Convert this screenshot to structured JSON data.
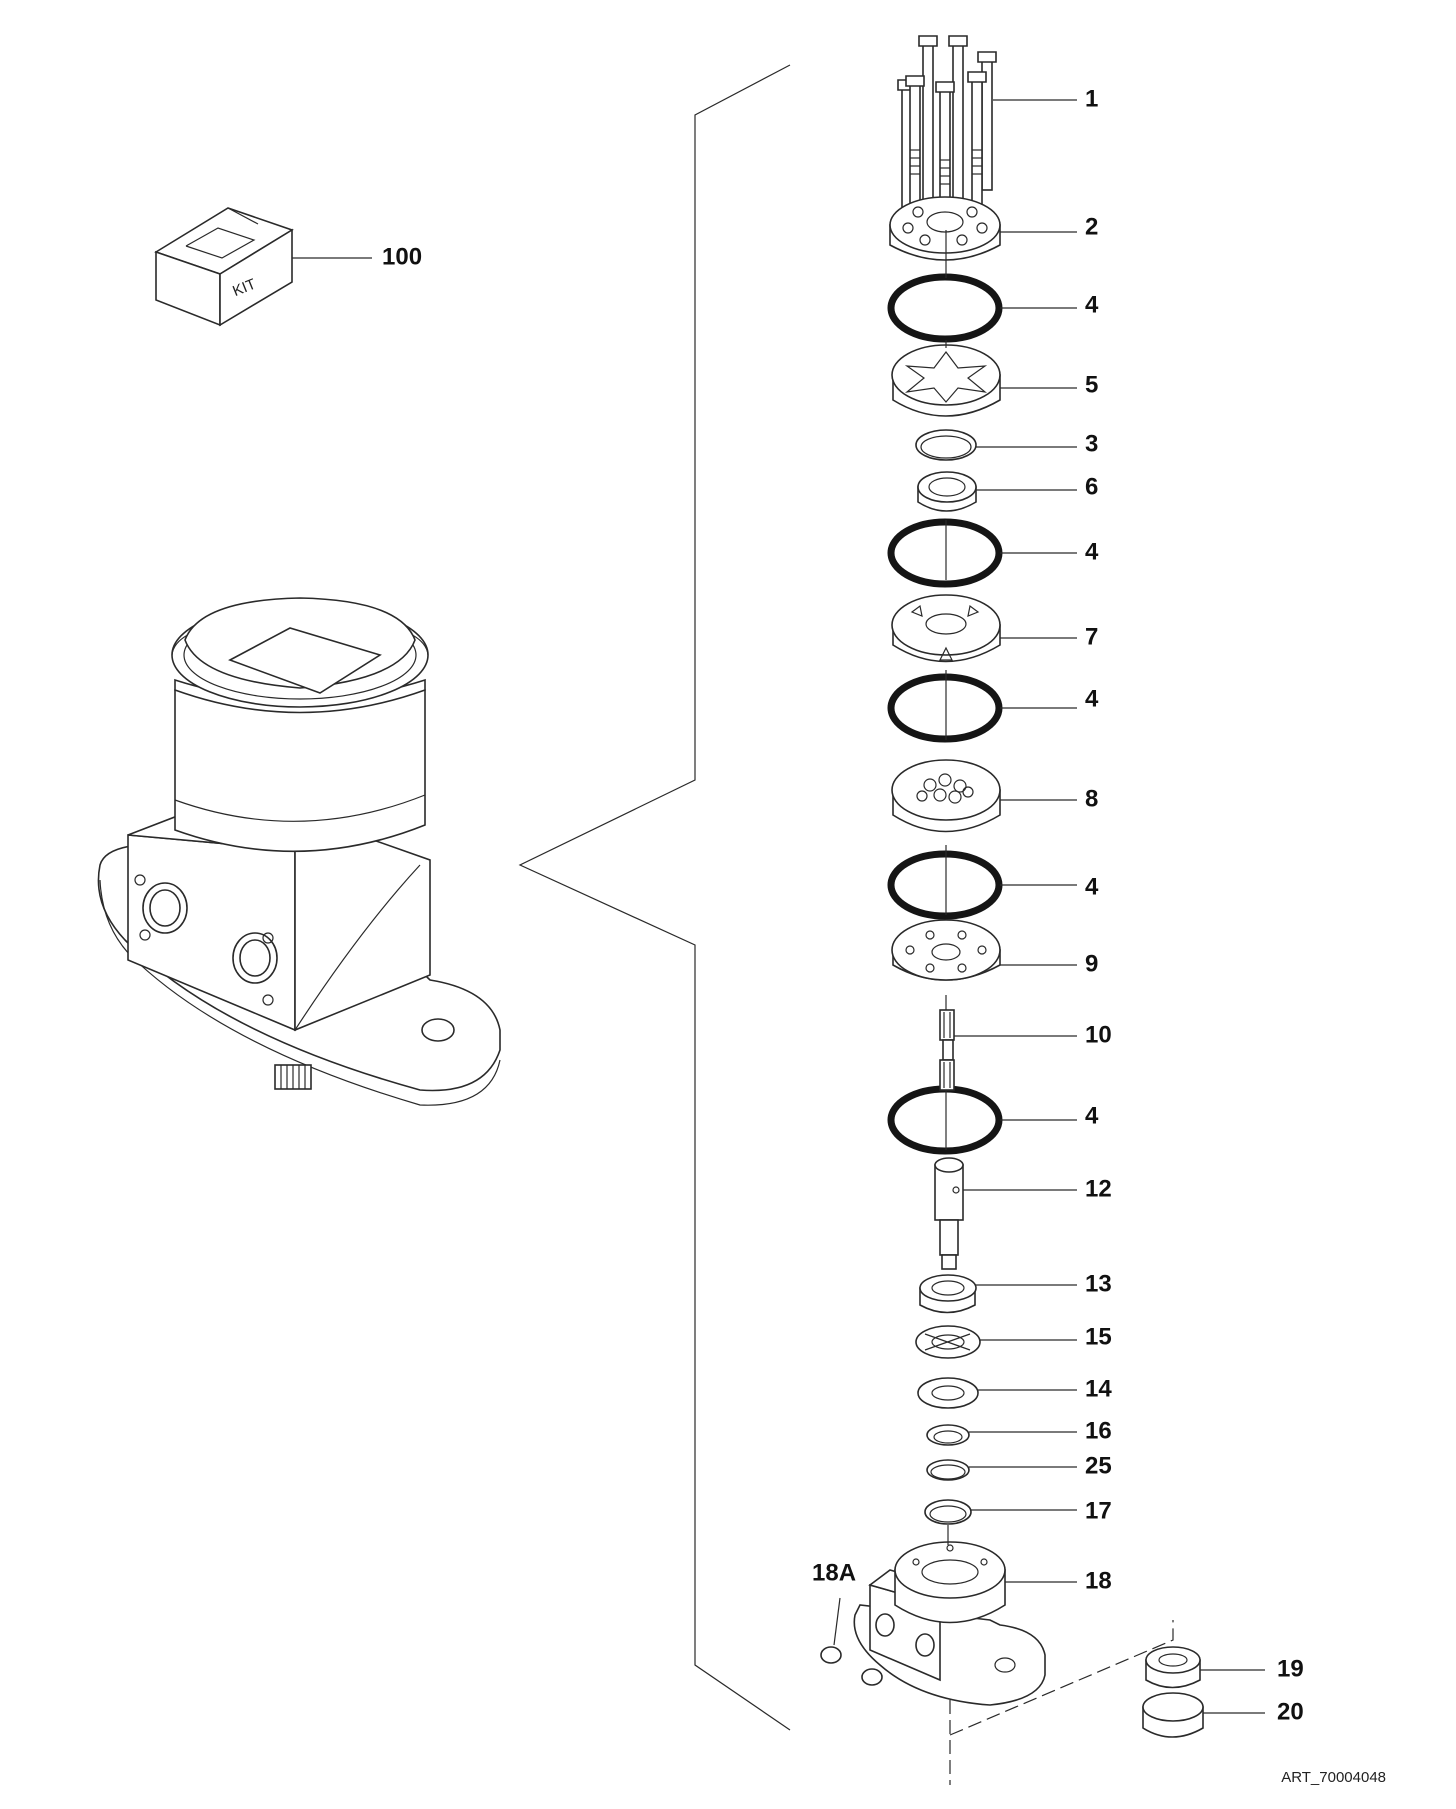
{
  "callouts": [
    {
      "id": "c1",
      "label": "1"
    },
    {
      "id": "c2",
      "label": "2"
    },
    {
      "id": "c4a",
      "label": "4"
    },
    {
      "id": "c5",
      "label": "5"
    },
    {
      "id": "c3",
      "label": "3"
    },
    {
      "id": "c6",
      "label": "6"
    },
    {
      "id": "c4b",
      "label": "4"
    },
    {
      "id": "c7",
      "label": "7"
    },
    {
      "id": "c4c",
      "label": "4"
    },
    {
      "id": "c8",
      "label": "8"
    },
    {
      "id": "c4d",
      "label": "4"
    },
    {
      "id": "c9",
      "label": "9"
    },
    {
      "id": "c10",
      "label": "10"
    },
    {
      "id": "c4e",
      "label": "4"
    },
    {
      "id": "c12",
      "label": "12"
    },
    {
      "id": "c13",
      "label": "13"
    },
    {
      "id": "c15",
      "label": "15"
    },
    {
      "id": "c14",
      "label": "14"
    },
    {
      "id": "c16",
      "label": "16"
    },
    {
      "id": "c25",
      "label": "25"
    },
    {
      "id": "c17",
      "label": "17"
    },
    {
      "id": "c18",
      "label": "18"
    },
    {
      "id": "c18a",
      "label": "18A"
    },
    {
      "id": "c19",
      "label": "19"
    },
    {
      "id": "c20",
      "label": "20"
    },
    {
      "id": "c100",
      "label": "100"
    }
  ],
  "kit_box_text": "KIT",
  "art_number": "ART_70004048"
}
